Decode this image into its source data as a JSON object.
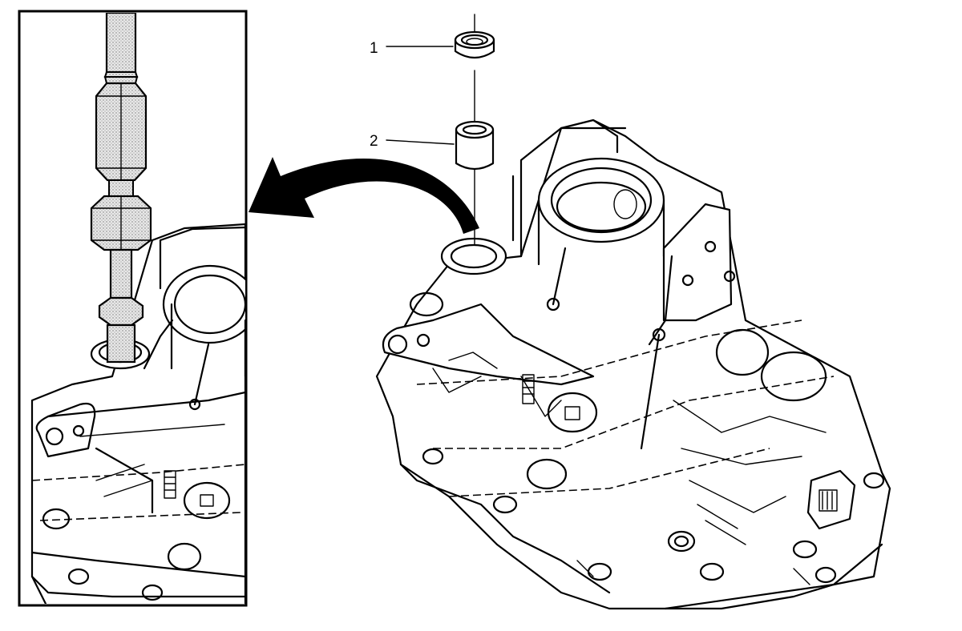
{
  "callouts": [
    {
      "number": "1",
      "part": "seal"
    },
    {
      "number": "2",
      "part": "bushing"
    }
  ],
  "colors": {
    "line": "#000000",
    "background": "#ffffff",
    "tool_stipple": "#d8d8d8"
  }
}
